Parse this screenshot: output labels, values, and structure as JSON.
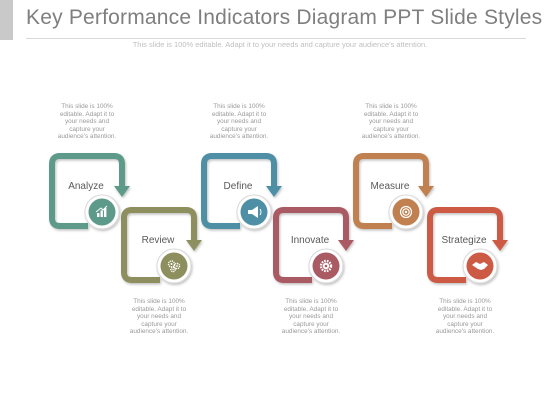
{
  "slide": {
    "title": "Key Performance Indicators Diagram PPT Slide Styles",
    "subtitle": "This slide is 100% editable. Adapt it to your needs and capture your audience's attention."
  },
  "steps": [
    {
      "label": "Analyze",
      "color": "#5d9a8a",
      "icon": "bar-chart-icon",
      "note": [
        "This slide is 100%",
        "editable. Adapt it to",
        "your needs and",
        "capture your",
        "audience's attention."
      ]
    },
    {
      "label": "Review",
      "color": "#8e8f5e",
      "icon": "gears-icon",
      "note": [
        "This slide is 100%",
        "editable. Adapt it to",
        "your needs and",
        "capture your",
        "audience's attention."
      ]
    },
    {
      "label": "Define",
      "color": "#4f8fa5",
      "icon": "megaphone-icon",
      "note": [
        "This slide is 100%",
        "editable. Adapt it to",
        "your needs and",
        "capture your",
        "audience's attention."
      ]
    },
    {
      "label": "Innovate",
      "color": "#a95a63",
      "icon": "gear-icon",
      "note": [
        "This slide is 100%",
        "editable. Adapt it to",
        "your needs and",
        "capture your",
        "audience's attention."
      ]
    },
    {
      "label": "Measure",
      "color": "#c08050",
      "icon": "target-icon",
      "note": [
        "This slide is 100%",
        "editable. Adapt it to",
        "your needs and",
        "capture your",
        "audience's attention."
      ]
    },
    {
      "label": "Strategize",
      "color": "#cc5a45",
      "icon": "handshake-icon",
      "note": [
        "This slide is 100%",
        "editable. Adapt it to",
        "your needs and",
        "capture your",
        "audience's attention."
      ]
    }
  ]
}
